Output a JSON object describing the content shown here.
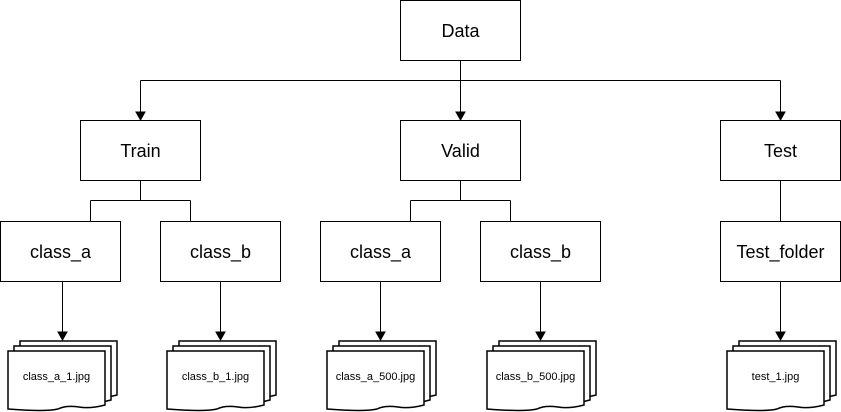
{
  "nodes": {
    "data": "Data",
    "train": "Train",
    "valid": "Valid",
    "test": "Test",
    "train_class_a": "class_a",
    "train_class_b": "class_b",
    "valid_class_a": "class_a",
    "valid_class_b": "class_b",
    "test_folder": "Test_folder"
  },
  "files": {
    "train_class_a": "class_a_1.jpg",
    "train_class_b": "class_b_1.jpg",
    "valid_class_a": "class_a_500.jpg",
    "valid_class_b": "class_b_500.jpg",
    "test_folder": "test_1.jpg"
  }
}
